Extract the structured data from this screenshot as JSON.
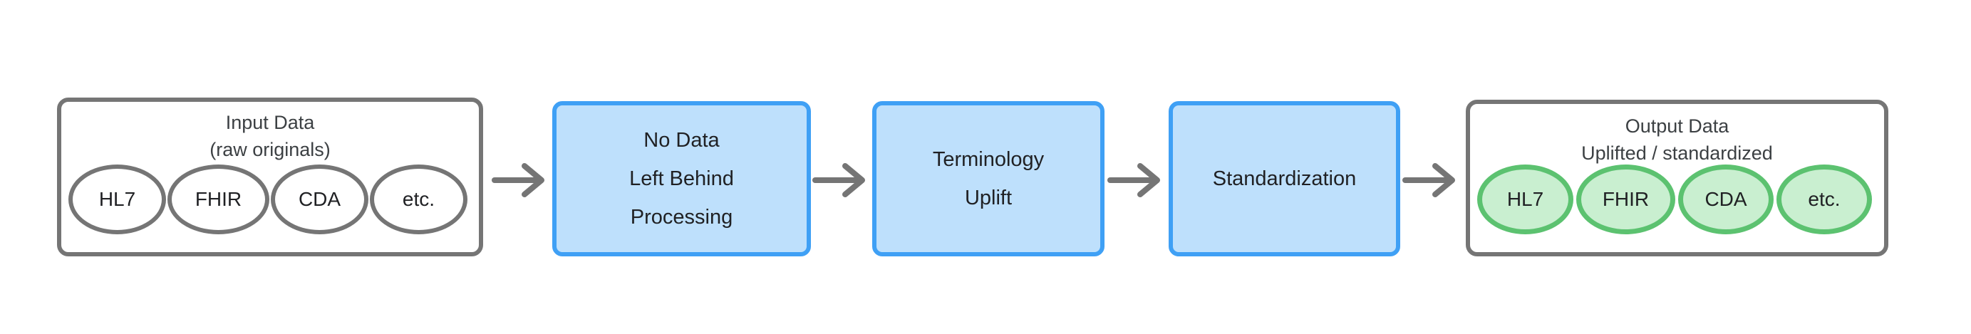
{
  "diagram": {
    "type": "flow",
    "orientation": "left-to-right",
    "background": "#ffffff",
    "colors": {
      "outline_border": "#757575",
      "outline_fill": "#ffffff",
      "process_border": "#3FA0F5",
      "process_fill": "#BEE0FC",
      "chip_raw_border": "#757575",
      "chip_raw_fill": "#ffffff",
      "chip_uplifted_border": "#5CC270",
      "chip_uplifted_fill": "#C9EFD0",
      "arrow": "#757575",
      "text": "#202124",
      "muted_text": "#3C4043"
    }
  },
  "nodes": {
    "input": {
      "title": "Input Data",
      "subtitle": "(raw originals)",
      "chips": [
        {
          "label": "HL7"
        },
        {
          "label": "FHIR"
        },
        {
          "label": "CDA"
        },
        {
          "label": "etc."
        }
      ]
    },
    "step1": {
      "lines": [
        "No Data",
        "Left Behind",
        "Processing"
      ]
    },
    "step2": {
      "lines": [
        "Terminology",
        "Uplift"
      ]
    },
    "step3": {
      "lines": [
        "Standardization"
      ]
    },
    "output": {
      "title": "Output Data",
      "subtitle": "Uplifted / standardized",
      "chips": [
        {
          "label": "HL7"
        },
        {
          "label": "FHIR"
        },
        {
          "label": "CDA"
        },
        {
          "label": "etc."
        }
      ]
    }
  },
  "arrows": [
    {
      "name": "input-to-step1",
      "glyph": "arrow-right"
    },
    {
      "name": "step1-to-step2",
      "glyph": "arrow-right"
    },
    {
      "name": "step2-to-step3",
      "glyph": "arrow-right"
    },
    {
      "name": "step3-to-output",
      "glyph": "arrow-right"
    }
  ]
}
